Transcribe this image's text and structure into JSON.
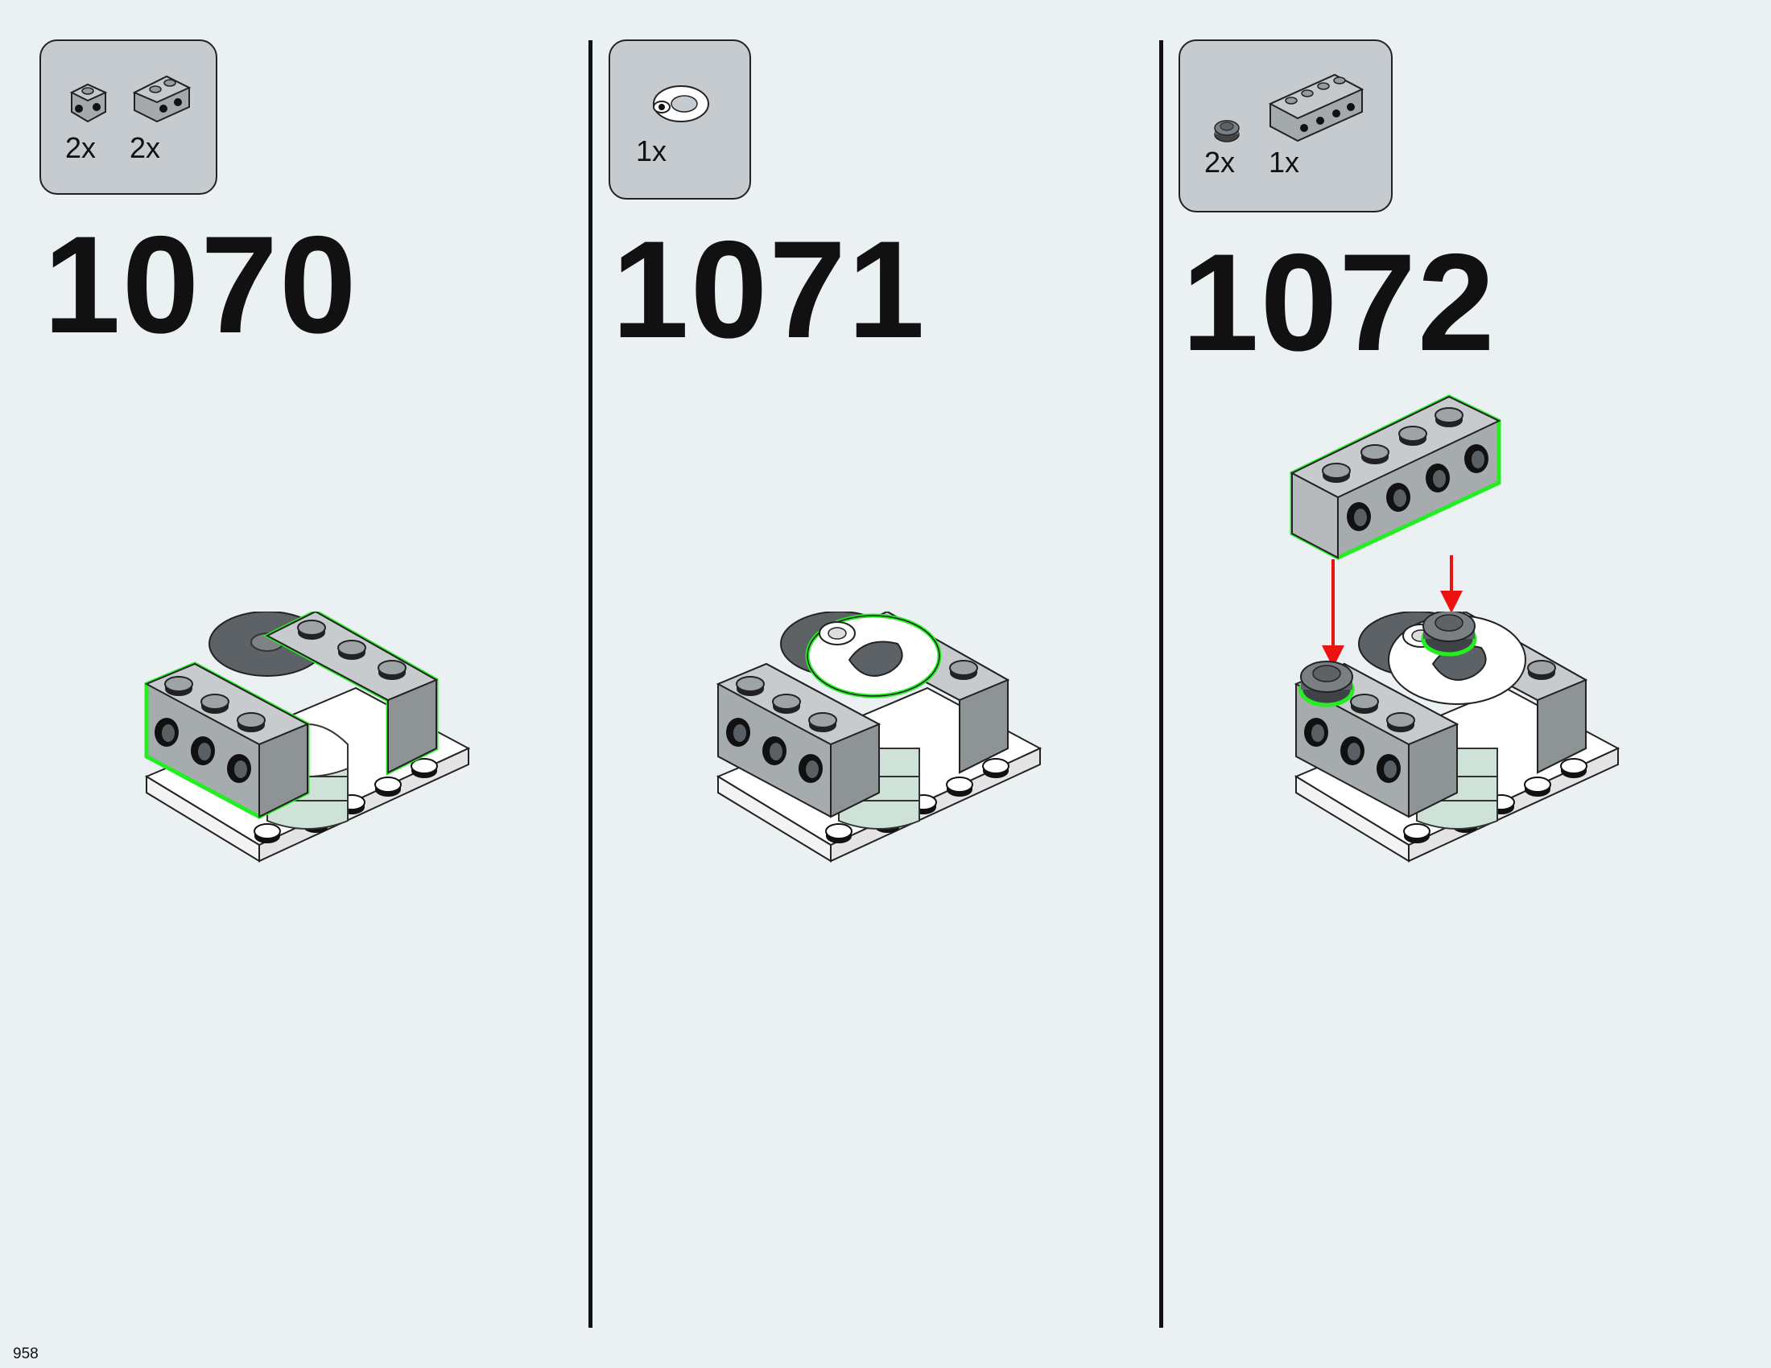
{
  "page": {
    "number": "958",
    "accent_color": "#22ee22",
    "arrow_color": "#ee1111"
  },
  "steps": [
    {
      "number": "1070",
      "parts": [
        {
          "icon": "brick-1x1-side-studs-icon",
          "qty": "2x"
        },
        {
          "icon": "brick-1x2-side-studs-icon",
          "qty": "2x"
        }
      ]
    },
    {
      "number": "1071",
      "parts": [
        {
          "icon": "round-plate-ring-icon",
          "qty": "1x"
        }
      ]
    },
    {
      "number": "1072",
      "parts": [
        {
          "icon": "round-plate-1x1-dark-icon",
          "qty": "2x"
        },
        {
          "icon": "brick-1x4-side-studs-icon",
          "qty": "1x"
        }
      ]
    }
  ]
}
